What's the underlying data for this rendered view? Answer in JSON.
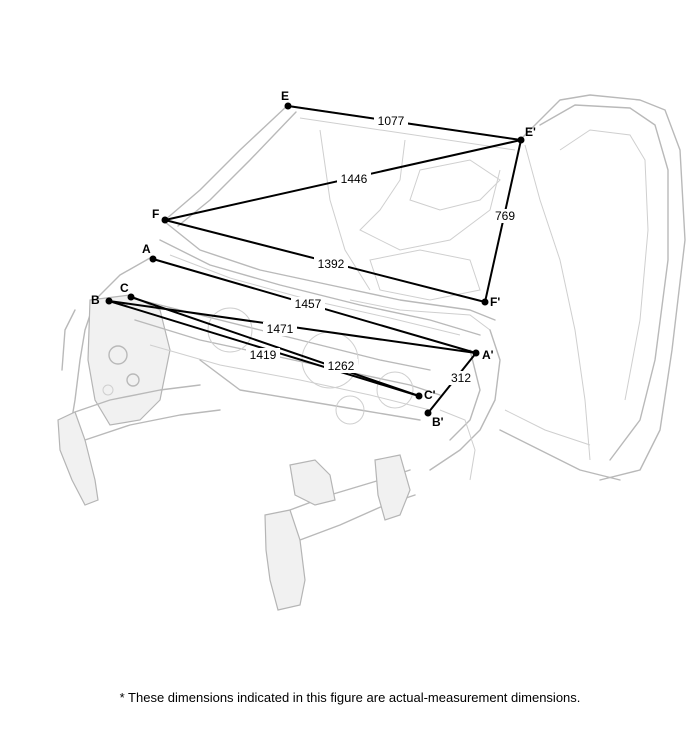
{
  "points": {
    "E": "E",
    "E_prime": "E'",
    "F": "F",
    "F_prime": "F'",
    "A": "A",
    "A_prime": "A'",
    "B": "B",
    "B_prime": "B'",
    "C": "C",
    "C_prime": "C'"
  },
  "dimensions": {
    "e_eprime": "1077",
    "f_eprime": "1446",
    "eprime_fprime": "769",
    "f_fprime": "1392",
    "a_aprime": "1457",
    "b_aprime": "1471",
    "b_cprime": "1419",
    "c_cprime": "1262",
    "aprime_bprime": "312"
  },
  "footnote": "* These dimensions indicated in this figure are actual-measurement dimensions."
}
